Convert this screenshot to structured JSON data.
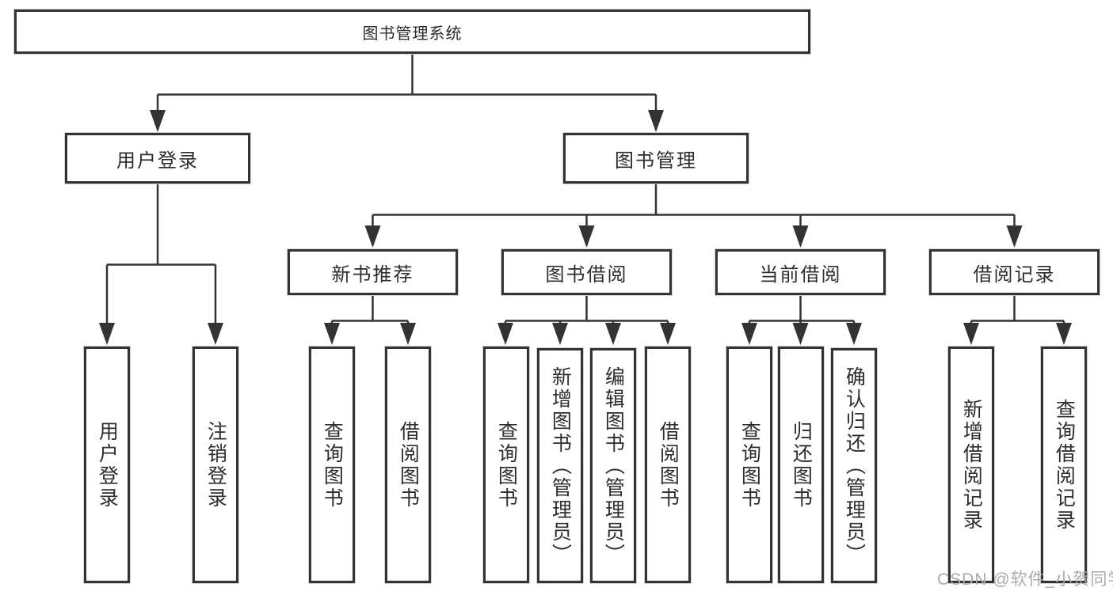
{
  "diagram": {
    "title": "图书管理系统",
    "level2": {
      "user_login": "用户登录",
      "book_management": "图书管理"
    },
    "level3": {
      "new_book_recommend": "新书推荐",
      "book_borrow": "图书借阅",
      "current_borrow": "当前借阅",
      "borrow_records": "借阅记录"
    },
    "leaves": {
      "user_login_children": [
        "用户登录",
        "注销登录"
      ],
      "recommend_children": [
        "查询图书",
        "借阅图书"
      ],
      "borrow_children": [
        "查询图书",
        "新增图书（管理员）",
        "编辑图书（管理员）",
        "借阅图书"
      ],
      "current_children": [
        "查询图书",
        "归还图书",
        "确认归还（管理员）"
      ],
      "records_children": [
        "新增借阅记录",
        "查询借阅记录"
      ]
    }
  },
  "watermark": "CSDN @软件_小贺同学",
  "colors": {
    "line": "#333333",
    "text": "#2d2d2d",
    "watermark": "#ababab",
    "background": "#ffffff"
  }
}
